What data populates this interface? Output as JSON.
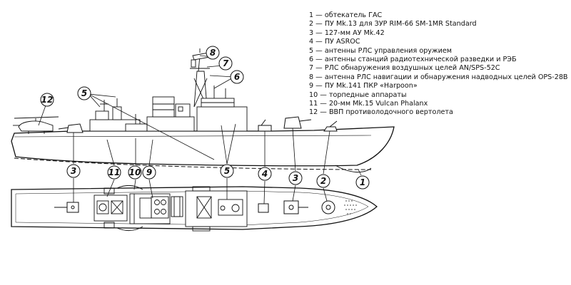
{
  "legend": [
    {
      "num": "1",
      "text": "обтекатель ГАС"
    },
    {
      "num": "2",
      "text": "ПУ Mk.13 для ЗУР RIM-66 SM-1MR Standard"
    },
    {
      "num": "3",
      "text": "127-мм АУ Mk.42"
    },
    {
      "num": "4",
      "text": "ПУ ASROC"
    },
    {
      "num": "5",
      "text": "антенны РЛС управления оружием"
    },
    {
      "num": "6",
      "text": "антенны станций радиотехнической разведки и РЭБ"
    },
    {
      "num": "7",
      "text": "РЛС обнаружения воздушных целей AN/SPS-52C"
    },
    {
      "num": "8",
      "text": "антенна РЛС навигации и обнаружения надводных целей OPS-28B"
    },
    {
      "num": "9",
      "text": "ПУ Mk.141 ПКР «Harpoon»"
    },
    {
      "num": "10",
      "text": "торпедные аппараты"
    },
    {
      "num": "11",
      "text": "20-мм Mk.15 Vulcan Phalanx"
    },
    {
      "num": "12",
      "text": "ВВП противолодочного вертолета"
    }
  ],
  "legend_separator": "—",
  "callouts": {
    "c12": "12",
    "c5a": "5",
    "c8": "8",
    "c7": "7",
    "c6": "6",
    "c3a": "3",
    "c11": "11",
    "c10": "10",
    "c9": "9",
    "c5b": "5",
    "c4": "4",
    "c3b": "3",
    "c2": "2",
    "c1": "1"
  }
}
